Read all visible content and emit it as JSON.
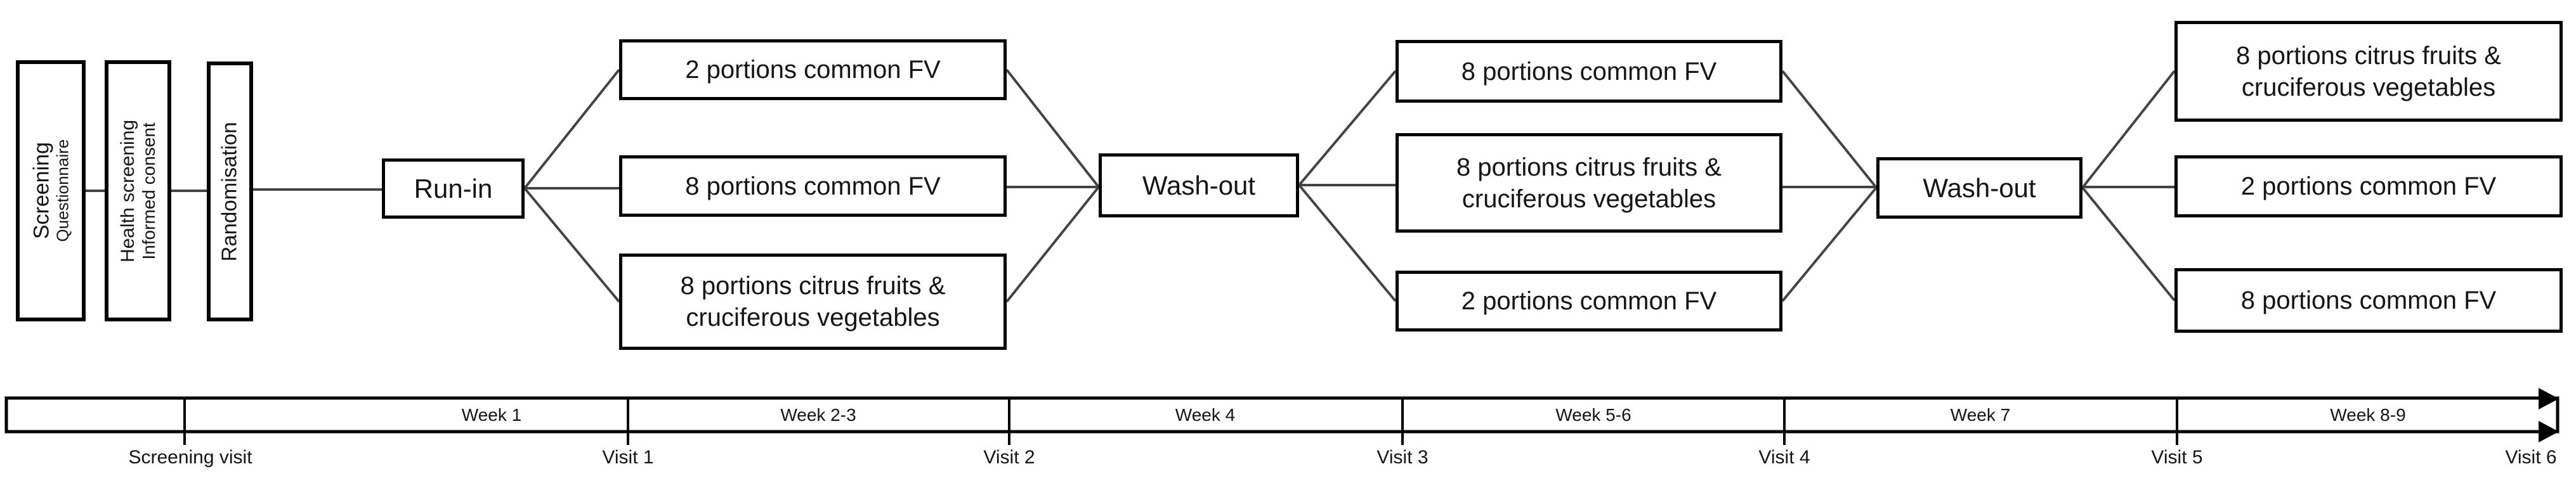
{
  "figure": {
    "background": "#ffffff",
    "connector_color": "#444444",
    "border_color": "#000000",
    "text_color": "#151515"
  },
  "pre_phase": {
    "screening": {
      "line1": "Screening",
      "line2": "Questionnaire"
    },
    "health": {
      "line1": "Health screening",
      "line2": "Informed consent"
    },
    "randomisation": {
      "label": "Randomisation"
    }
  },
  "flow": {
    "run_in": {
      "label": "Run-in"
    },
    "washout_1": {
      "label": "Wash-out"
    },
    "washout_2": {
      "label": "Wash-out"
    },
    "period_1_arms": [
      "2 portions common FV",
      "8 portions common FV",
      "8 portions citrus fruits & cruciferous vegetables"
    ],
    "period_2_arms": [
      "8 portions common FV",
      "8 portions citrus fruits & cruciferous vegetables",
      "2 portions common FV"
    ],
    "period_3_arms": [
      "8 portions citrus fruits & cruciferous vegetables",
      "2 portions common FV",
      "8 portions common FV"
    ]
  },
  "timeline": {
    "weeks": [
      "Week 1",
      "Week 2-3",
      "Week 4",
      "Week 5-6",
      "Week 7",
      "Week 8-9"
    ],
    "visits": [
      "Screening visit",
      "Visit 1",
      "Visit 2",
      "Visit 3",
      "Visit 4",
      "Visit 5",
      "Visit 6"
    ]
  }
}
